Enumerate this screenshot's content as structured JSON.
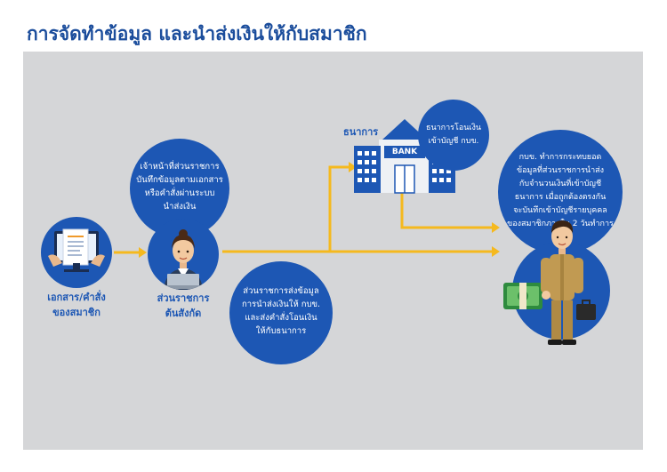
{
  "title": "การจัดทำข้อมูล และนำส่งเงินให้กับสมาชิก",
  "nodes": {
    "document": {
      "label_line1": "เอกสาร/คำสั่ง",
      "label_line2": "ของสมาชิก"
    },
    "officer_bubble": [
      "เจ้าหน้าที่ส่วนราชการ",
      "บันทึกข้อมูลตามเอกสาร",
      "หรือคำสั่งผ่านระบบ",
      "นำส่งเงิน"
    ],
    "agency": {
      "label_line1": "ส่วนราชการ",
      "label_line2": "ต้นสังกัด"
    },
    "agency_send_bubble": [
      "ส่วนราชการส่งข้อมูล",
      "การนำส่งเงินให้ กบข.",
      "และส่งคำสั่งโอนเงิน",
      "ให้กับธนาการ"
    ],
    "bank": {
      "label": "ธนาการ",
      "sign": "BANK"
    },
    "bank_bubble": [
      "ธนาการโอนเงิน",
      "เข้าบัญชี กบข."
    ],
    "gpf_bubble": [
      "กบข. ทำการกระทบยอด",
      "ข้อมูลที่ส่วนราชการนำส่ง",
      "กับจำนวนเงินที่เข้าบัญชี",
      "ธนาการ เมื่อถูกต้องตรงกัน",
      "จะบันทึกเข้าบัญชีรายบุคคล",
      "ของสมาชิกภายใน 2 วันทำการ"
    ]
  },
  "colors": {
    "title": "#1b4d9c",
    "circle": "#1d57b4",
    "arrow": "#f5b91e",
    "panel": "#d5d6d8"
  }
}
